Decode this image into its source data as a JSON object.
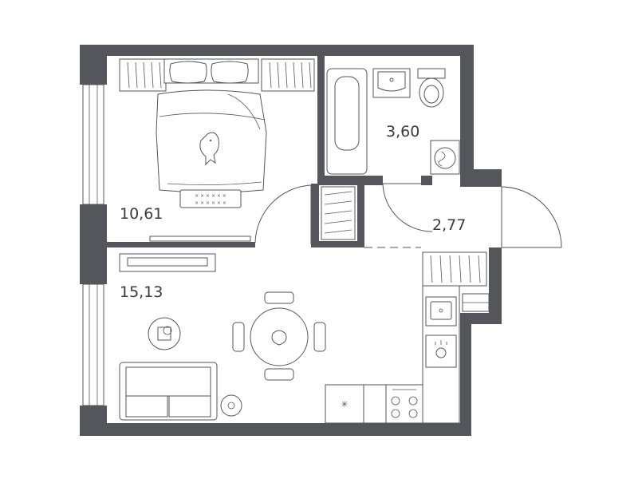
{
  "rooms": {
    "bedroom": {
      "area": "10,61"
    },
    "bathroom": {
      "area": "3,60"
    },
    "hallway": {
      "area": "2,77"
    },
    "living_kitchen": {
      "area": "15,13"
    }
  },
  "colors": {
    "wall": "#54565b",
    "background": "#ffffff",
    "text": "#3a3b3f"
  },
  "icons": [
    "bed-icon",
    "bathtub-icon",
    "sink-icon",
    "toilet-icon",
    "washing-machine-icon",
    "stove-icon",
    "dining-table-icon",
    "sofa-icon",
    "tv-icon",
    "door-icon",
    "window-icon"
  ]
}
